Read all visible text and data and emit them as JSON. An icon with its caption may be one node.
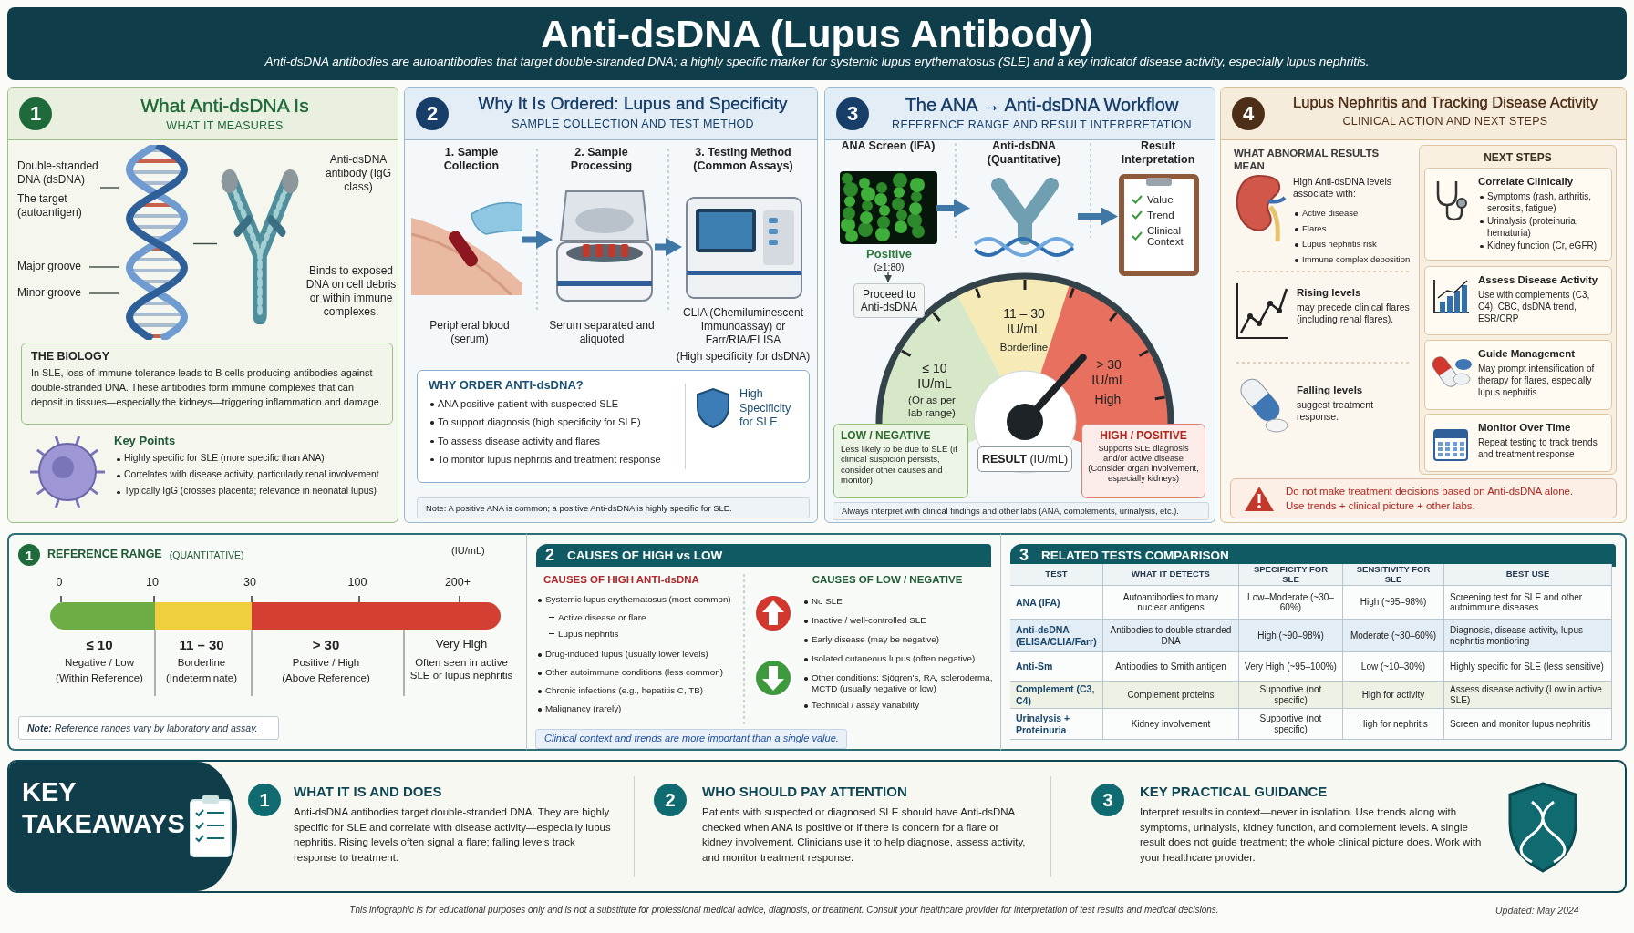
{
  "diagram": {
    "title": "Anti-dsDNA (Lupus Antibody)",
    "caption": "This infographic is for educational purposes only and is not a substitute for professional medical advice, diagnosis, or treatment. Consult your healthcare provider for interpretation of test results and medical decisions.",
    "nodes": [
      {
        "text": [
          "1",
          "What Anti-dsDNA Is",
          "WHAT IT MEASURES"
        ]
      },
      {
        "text": [
          "Double-stranded DNA (dsDNA)",
          "The target (autoantigen)"
        ],
        "in": 0
      },
      {
        "text": [
          "Major groove"
        ],
        "in": 0
      },
      {
        "text": [
          "Minor groove"
        ],
        "in": 0
      },
      {
        "text": [],
        "shape": "picture",
        "in": 0
      },
      {
        "text": [],
        "shape": "picture",
        "in": 0
      },
      {
        "text": [
          "THE BIOLOGY",
          "In SLE, loss of immune tolerance leads to B cells producing antibodies against double-stranded DNA. These antibodies form immune complexes that can deposit in tissues—especially the kidneys—triggering inflammation and damage."
        ],
        "in": 0
      },
      {
        "text": [
          "2",
          "Why It Is Ordered: Lupus and Specificity",
          "SAMPLE COLLECTION AND TEST METHOD"
        ]
      },
      {
        "text": [],
        "shape": "picture",
        "in": 7
      },
      {
        "text": [],
        "shape": "picture",
        "in": 7
      },
      {
        "text": [],
        "shape": "picture",
        "in": 7
      },
      {
        "text": [
          "WHY ORDER ANTI-dsDNA?",
          "ANA positive patient with suspected SLE",
          "To support diagnosis (high specificity for SLE)",
          "To assess disease activity and flares",
          "To monitor lupus nephritis and treatment response",
          "High Specificity for SLE"
        ],
        "in": 7
      },
      {
        "text": [
          "Note: A positive ANA is common; a positive Anti-dsDNA is highly specific for SLE."
        ],
        "in": 7
      },
      {
        "text": [
          "3",
          "The ANA → Anti-dsDNA Workflow",
          "REFERENCE RANGE AND RESULT INTERPRETATION"
        ]
      },
      {
        "text": [],
        "shape": "picture",
        "in": 13
      },
      {
        "text": [
          "Positive",
          "(≥1:80)"
        ],
        "in": 13
      },
      {
        "text": [
          "Proceed to Anti-dsDNA"
        ],
        "in": 13
      },
      {
        "text": [],
        "shape": "picture",
        "in": 13
      },
      {
        "text": [
          "Value",
          "Trend",
          "Clinical Context"
        ],
        "in": 13
      },
      {
        "text": [
          "LOW / NEGATIVE",
          "Less likely to be due to SLE (if clinical suspicion persists, consider other causes and monitor)"
        ],
        "in": 13
      },
      {
        "text": [
          "**RESULT** (IU/mL)"
        ],
        "in": 13
      },
      {
        "text": [
          "HIGH / POSITIVE",
          "Supports SLE diagnosis and/or active disease",
          "(Consider organ involvement, especially kidneys)"
        ],
        "in": 13
      },
      {
        "text": [
          "Always interpret with clinical findings and other labs (ANA, complements, urinalysis, etc.)."
        ],
        "in": 13
      },
      {
        "text": [
          "4",
          "Lupus Nephritis and Tracking Disease Activity",
          "CLINICAL ACTION AND NEXT STEPS"
        ]
      },
      {
        "text": [
          "NEXT STEPS"
        ],
        "in": 23
      },
      {
        "text": [
          "Correlate Clinically",
          "Symptoms (rash, arthritis, serositis, fatigue)",
          "Urinalysis (proteinuria, hematuria)",
          "Kidney function (Cr, eGFR)"
        ],
        "in": 24
      },
      {
        "text": [
          "Assess Disease Activity",
          "Use with complements (C3, C4), CBC, dsDNA trend, ESR/CRP"
        ],
        "in": 24
      },
      {
        "text": [
          "Guide Management",
          "May prompt intensification of therapy for flares, especially lupus nephritis"
        ],
        "in": 24
      },
      {
        "text": [
          "Monitor Over Time",
          "Repeat testing to track trends and treatment response"
        ],
        "in": 24
      },
      {
        "text": [
          "Do not make treatment decisions based on Anti-dsDNA alone.",
          "Use trends + clinical picture + other labs."
        ],
        "in": 23
      },
      {
        "text": [
          "1",
          "REFERENCE RANGE",
          "(QUANTITATIVE)"
        ]
      },
      {
        "text": [
          "**Note:** Reference ranges vary by laboratory and assay."
        ],
        "in": 30
      },
      {
        "text": [
          "2",
          "CAUSES OF HIGH vs LOW"
        ]
      },
      {
        "text": [
          "Clinical context and trends are more important than a single value."
        ],
        "in": 32
      },
      {
        "text": [
          "3",
          "RELATED TESTS COMPARISON"
        ]
      },
      {
        "text": [
          "KEY TAKEAWAYS"
        ]
      },
      {
        "text": [
          "1"
        ],
        "in": 35
      },
      {
        "text": [
          "2"
        ],
        "in": 35
      },
      {
        "text": [
          "3"
        ],
        "in": 35
      }
    ],
    "edges": [
      {
        "from": 1,
        "to": 4,
        "arrow": "none"
      },
      {
        "from": 2,
        "to": 4,
        "arrow": "none"
      },
      {
        "from": 3,
        "to": 4,
        "arrow": "none"
      },
      {
        "from": 5,
        "to": 4,
        "arrow": "none"
      },
      {
        "from": 8,
        "to": 9,
        "arrow": "to",
        "style": "thick",
        "color": "#3f78a6"
      },
      {
        "from": 9,
        "to": 10,
        "arrow": "to",
        "style": "thick",
        "color": "#3f78a6"
      },
      {
        "from": 15,
        "to": 16,
        "arrow": "to"
      },
      {
        "from": 14,
        "to": 17,
        "arrow": "to",
        "style": "thick",
        "color": "#3f78a6"
      },
      {
        "from": 17,
        "to": 18,
        "arrow": "to",
        "style": "thick",
        "color": "#3f78a6"
      }
    ],
    "labels": [
      "Anti-dsDNA antibodies are autoantibodies that target double-stranded DNA; a highly specific marker for systemic lupus erythematosus (SLE) and a key indicatof disease activity, especially lupus nephritis.",
      "Anti-dsDNA antibody (IgG class)",
      "Binds to exposed DNA on cell debris or within immune complexes.",
      "Key Points",
      "Highly specific for SLE (more specific than ANA)",
      "Correlates with disease activity, particularly renal involvement",
      "Typically IgG (crosses placenta; relevance in neonatal lupus)",
      "1. Sample Collection",
      "2. Sample Processing",
      "3. Testing Method (Common Assays)",
      "Peripheral blood (serum)",
      "Serum separated and aliquoted",
      "CLIA (Chemiluminescent Immunoassay) or Farr/RIA/ELISA",
      "(High specificity for dsDNA)",
      "ANA Screen (IFA)",
      "Anti-dsDNA (Quantitative)",
      "Result Interpretation",
      "≤ 10 IU/mL",
      "(Or as per lab range)",
      "11 – 30 IU/mL",
      "Borderline",
      "> 30 IU/mL",
      "High",
      "WHAT ABNORMAL RESULTS MEAN",
      "High Anti-dsDNA levels associate with:",
      "Active disease",
      "Flares",
      "Lupus nephritis risk",
      "Immune complex deposition",
      "Rising levels",
      "may precede clinical flares (including renal flares).",
      "Falling levels",
      "suggest treatment response.",
      "(IU/mL)",
      "0",
      "10",
      "30",
      "100",
      "200+",
      "≤ 10",
      "Negative / Low",
      "(Within Reference)",
      "11 – 30",
      "Borderline",
      "(Indeterminate)",
      "> 30",
      "Positive / High",
      "(Above Reference)",
      "Very High",
      "Often seen in active SLE or lupus nephritis",
      "CAUSES OF HIGH ANTI-dsDNA",
      "Systemic lupus erythematosus (most common)",
      "Active disease or flare",
      "Lupus nephritis",
      "Drug-induced lupus (usually lower levels)",
      "Other autoimmune conditions (less common)",
      "Chronic infections (e.g., hepatitis C, TB)",
      "Malignancy (rarely)",
      "CAUSES OF LOW / NEGATIVE",
      "No SLE",
      "Inactive / well-controlled SLE",
      "Early disease (may be negative)",
      "Isolated cutaneous lupus (often negative)",
      "Other conditions: Sjögren's, RA, scleroderma, MCTD (usually negative or low)",
      "Technical / assay variability",
      "TEST",
      "WHAT IT DETECTS",
      "SPECIFICITY FOR SLE",
      "SENSITIVITY FOR SLE",
      "BEST USE",
      "ANA (IFA)",
      "Autoantibodies to many nuclear antigens",
      "Low–Moderate (~30–60%)",
      "High (~95–98%)",
      "Screening test for SLE and other autoimmune diseases",
      "Anti-dsDNA (ELISA/CLIA/Farr)",
      "Antibodies to double-stranded DNA",
      "High (~90–98%)",
      "Moderate (~30–60%)",
      "Diagnosis, disease activity, lupus nephritis montioring",
      "Anti-Sm",
      "Antibodies to Smith antigen",
      "Very High (~95–100%)",
      "Low (~10–30%)",
      "Highly specific for SLE (less sensitive)",
      "Complement (C3, C4)",
      "Complement proteins",
      "Supportive (not specific)",
      "High for activity",
      "Assess disease activity (Low in active SLE)",
      "Urinalysis + Proteinuria",
      "Kidney involvement",
      "Supportive (not specific)",
      "High for nephritis",
      "Screen and monitor lupus nephritis",
      "WHAT IT IS AND DOES",
      "Anti-dsDNA antibodies target double-stranded DNA. They are highly specific for SLE and correlate with disease activity—especially lupus nephritis. Rising levels often signal a flare; falling levels track response to treatment.",
      "WHO SHOULD PAY ATTENTION",
      "Patients with suspected or diagnosed SLE should have Anti-dsDNA checked when ANA is positive or if there is concern for a flare or kidney involvement. Clinicians use it to help diagnose, assess activity, and monitor treatment response.",
      "KEY PRACTICAL GUIDANCE",
      "Interpret results in context—never in isolation. Use trends along with symptoms, urinalysis, kidney function, and complement levels. A single result does not guide treatment; the whole clinical picture does. Work with your healthcare provider.",
      "Updated: May 2024"
    ]
  }
}
